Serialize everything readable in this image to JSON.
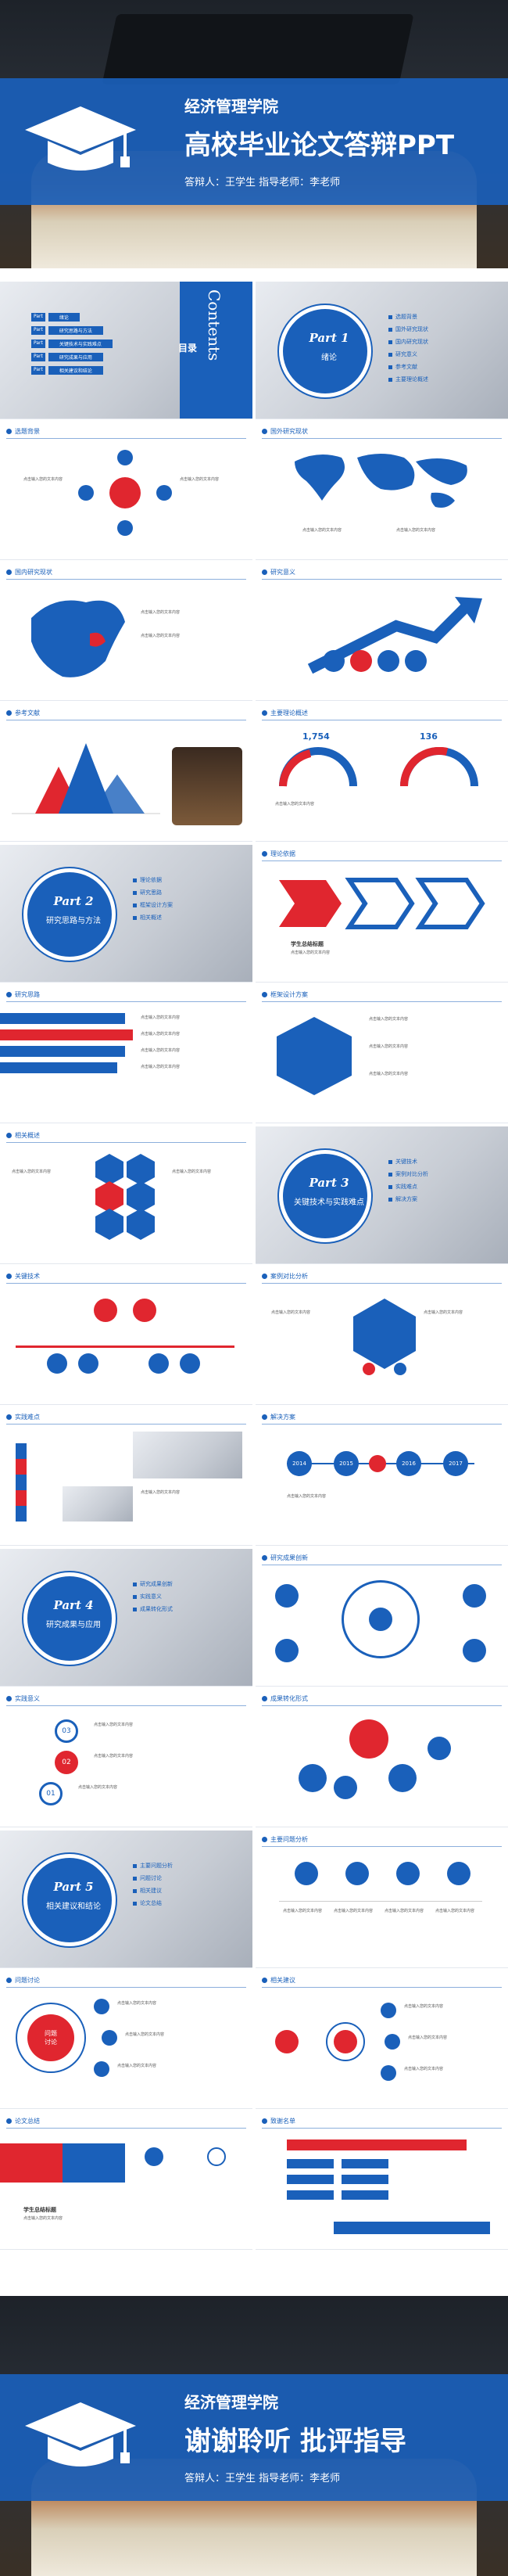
{
  "cover": {
    "school": "经济管理学院",
    "title": "高校毕业论文答辩PPT",
    "meta": "答辩人：王学生  指导老师：李老师"
  },
  "toc": {
    "label_en": "Contents",
    "label_cn": "目录",
    "items": [
      {
        "part": "Part",
        "text": "绪论"
      },
      {
        "part": "Part",
        "text": "研究思路与方法"
      },
      {
        "part": "Part",
        "text": "关键技术与实践难点"
      },
      {
        "part": "Part",
        "text": "研究成果与应用"
      },
      {
        "part": "Part",
        "text": "相关建议和结论"
      }
    ]
  },
  "part1": {
    "part": "Part 1",
    "name": "绪论",
    "list": [
      "选题背景",
      "国外研究现状",
      "国内研究现状",
      "研究意义",
      "参考文献",
      "主要理论概述"
    ]
  },
  "slides": {
    "s1": "选题背景",
    "s2": "国外研究现状",
    "s3": "国内研究现状",
    "s4": "研究意义",
    "s5": "参考文献",
    "s6": "主要理论概述",
    "s7": "理论依据",
    "s8": "研究思路",
    "s9": "框架设计方案",
    "s10": "相关概述",
    "s11": "关键技术",
    "s12": "案例对比分析",
    "s13": "实践难点",
    "s14": "解决方案",
    "s15": "研究成果创新",
    "s16": "实践意义",
    "s17": "成果转化形式",
    "s18": "主要问题分析",
    "s19": "问题讨论",
    "s20": "相关建议",
    "s21": "论文总结",
    "s22": "致谢名单"
  },
  "part2": {
    "part": "Part 2",
    "name": "研究思路与方法",
    "list": [
      "理论依据",
      "研究思路",
      "框架设计方案",
      "相关概述"
    ]
  },
  "part3": {
    "part": "Part 3",
    "name": "关键技术与实践难点",
    "list": [
      "关键技术",
      "案例对比分析",
      "实践难点",
      "解决方案"
    ]
  },
  "part4": {
    "part": "Part 4",
    "name": "研究成果与应用",
    "list": [
      "研究成果创新",
      "实践意义",
      "成果转化形式"
    ]
  },
  "part5": {
    "part": "Part 5",
    "name": "相关建议和结论",
    "list": [
      "主要问题分析",
      "问题讨论",
      "相关建议",
      "论文总结"
    ]
  },
  "stats": {
    "left": "1,754",
    "right": "136"
  },
  "years": [
    "2014",
    "2015",
    "2016",
    "2017"
  ],
  "nums": [
    "03",
    "02",
    "01"
  ],
  "issue_title": "问题\n讨论",
  "summary_title": "学生总结标题",
  "summary_title2": "学生总结标题",
  "body_text": "点击输入您的文本内容",
  "ending": {
    "school": "经济管理学院",
    "title": "谢谢聆听 批评指导",
    "meta": "答辩人：王学生  指导老师：李老师"
  },
  "colors": {
    "primary": "#1a60ba",
    "accent": "#e0262f"
  }
}
